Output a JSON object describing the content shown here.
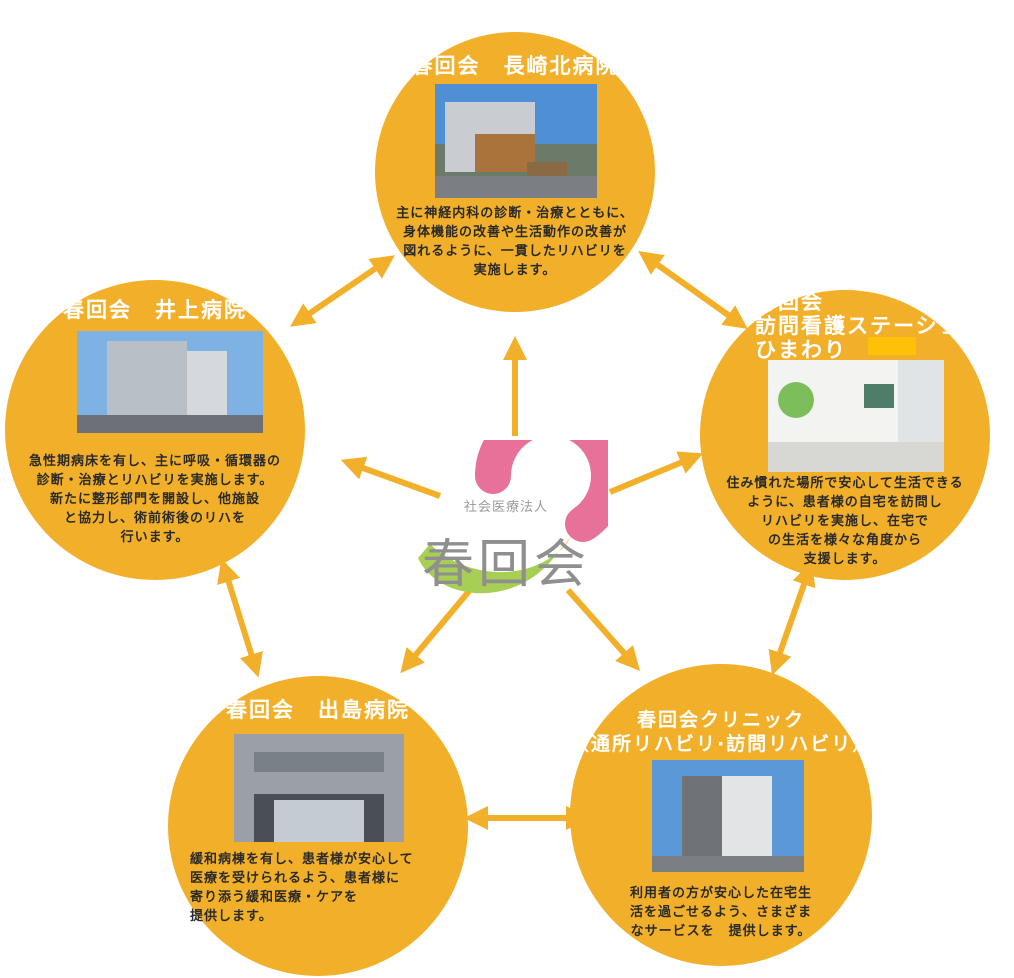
{
  "colors": {
    "node": "#f2b02a",
    "arrow": "#f2b02a",
    "logo_pink": "#e8719a",
    "logo_green": "#a8cf55",
    "logo_orange": "#f4a236"
  },
  "logo": {
    "subtitle": "社会医療法人",
    "name": "春回会"
  },
  "nodes": {
    "top": {
      "title": "春回会　長崎北病院",
      "desc": "主に神経内科の診断・治療とともに、\n身体機能の改善や生活動作の改善が\n図れるように、一貫したリハビリを\n実施します。"
    },
    "left": {
      "title": "春回会　井上病院",
      "desc": "急性期病床を有し、主に呼吸・循環器の\n診断・治療とリハビリを実施します。\n新たに整形部門を開設し、他施設\nと協力し、術前術後のリハを\n行います。"
    },
    "right": {
      "title": "春回会\n訪問看護ステーション\nひまわり",
      "desc": "住み慣れた場所で安心して生活できる\nように、患者様の自宅を訪問し\nリハビリを実施し、在宅で\nの生活を様々な角度から\n支援します。"
    },
    "bottom_left": {
      "title": "春回会　出島病院",
      "desc": "緩和病棟を有し、患者様が安心して\n医療を受けられるよう、患者様に\n寄り添う緩和医療・ケアを\n提供します。"
    },
    "bottom_right": {
      "title": "春回会クリニック\n（通所リハビリ·訪問リハビリ）",
      "desc": "利用者の方が安心した在宅生\n活を過ごせるよう、さまざま\nなサービスを　提供します。"
    }
  }
}
